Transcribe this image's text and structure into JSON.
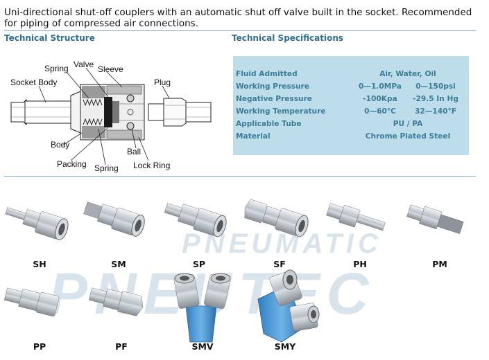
{
  "intro": {
    "line1": "Uni-directional shut-off couplers with an automatic shut off valve built in the socket. Recommended",
    "line2": "for piping of compressed air connections."
  },
  "headings": {
    "structure": "Technical Structure",
    "specs": "Technical Specifications"
  },
  "diagram_labels": {
    "spring_top": "Spring",
    "valve": "Valve",
    "sleeve": "Sleeve",
    "plug": "Plug",
    "socket_body": "Socket Body",
    "body": "Body",
    "packing": "Packing",
    "spring_bottom": "Spring",
    "ball": "Ball",
    "lock_ring": "Lock Ring"
  },
  "specs": [
    {
      "label": "Fluid Admitted",
      "v1": "Air, Water, Oil",
      "v2": ""
    },
    {
      "label": "Working Pressure",
      "v1": "0—1.0MPa",
      "v2": "0—150psi"
    },
    {
      "label": "Negative Pressure",
      "v1": "-100Kpa",
      "v2": "-29.5 In Hg"
    },
    {
      "label": "Working Temperature",
      "v1": "0—60°C",
      "v2": "32—140°F"
    },
    {
      "label": "Applicable Tube",
      "v1": "PU / PA",
      "v2": ""
    },
    {
      "label": "Material",
      "v1": "Chrome Plated Steel",
      "v2": ""
    }
  ],
  "products": [
    "SH",
    "SM",
    "SP",
    "SF",
    "PH",
    "PM",
    "PP",
    "PF",
    "SMV",
    "SMY"
  ],
  "watermark": {
    "line1": "PNEUMATIC",
    "line2": "PNEUTEC"
  },
  "colors": {
    "heading": "#2f6f8f",
    "spec_bg": "#bcdde9",
    "spec_text": "#3d7c98",
    "rule": "#7aa7c0",
    "blue_part": "#3d8fd0"
  }
}
